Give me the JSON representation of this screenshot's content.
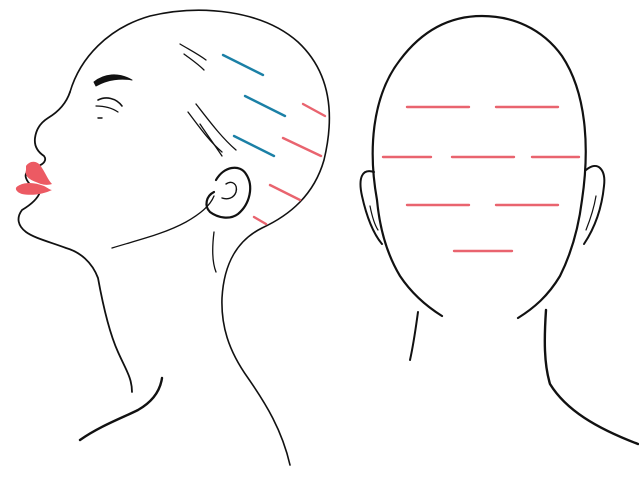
{
  "colors": {
    "line": "#111111",
    "teal": "#1b80a6",
    "coral": "#e9646f",
    "lips": "#ec5a63"
  },
  "figures": [
    {
      "name": "side-profile-head",
      "view": "side"
    },
    {
      "name": "back-view-head",
      "view": "back"
    }
  ]
}
